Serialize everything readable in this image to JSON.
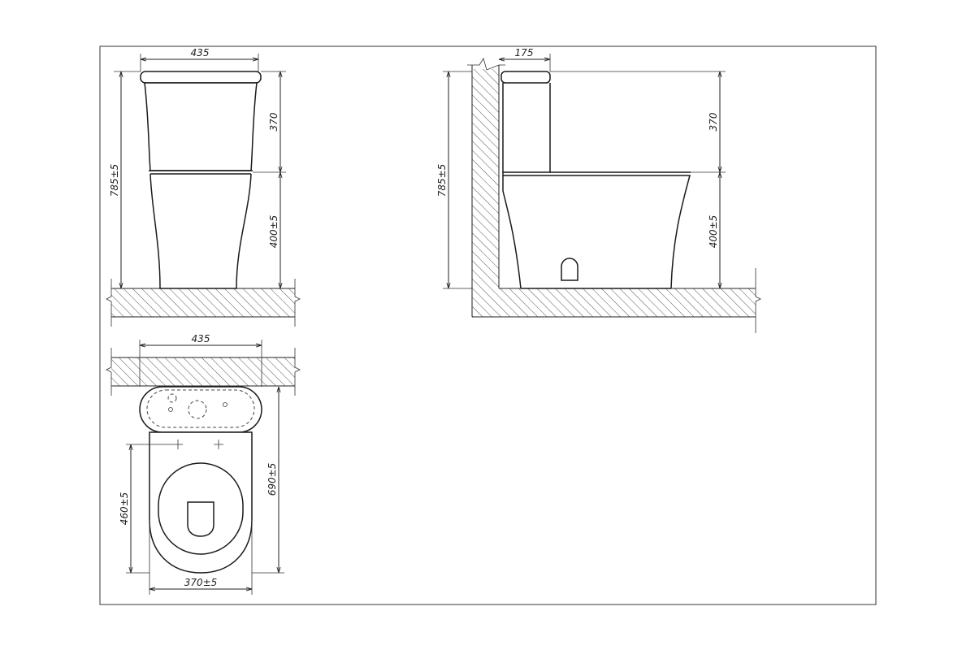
{
  "front_view": {
    "width_label": "435",
    "tank_height_label": "370",
    "seat_height_label": "400±5",
    "total_height_label": "785±5"
  },
  "side_view": {
    "wall_offset_label": "175",
    "tank_height_label": "370",
    "seat_height_label": "400±5",
    "total_height_label": "785±5"
  },
  "top_view": {
    "width_label": "435",
    "length_label": "690±5",
    "seat_offset_label": "460±5",
    "bowl_width_label": "370±5"
  }
}
